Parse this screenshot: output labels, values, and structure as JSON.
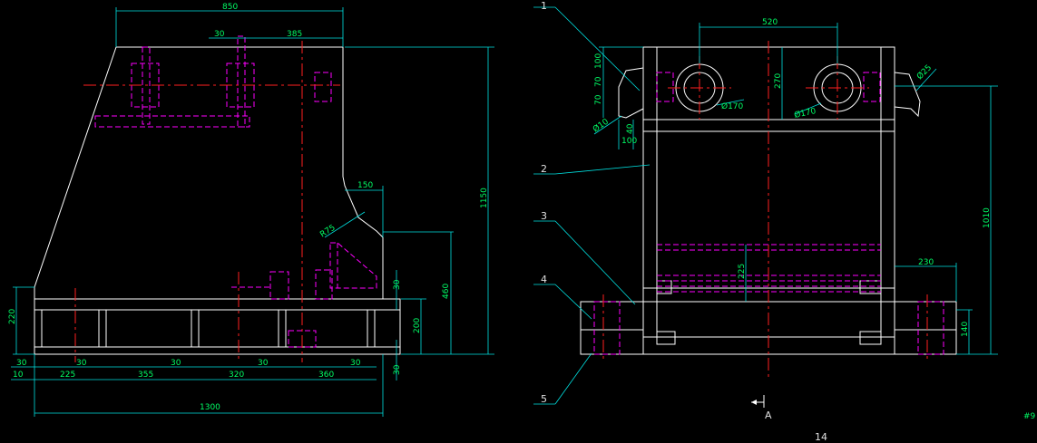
{
  "left_view": {
    "dims": {
      "top_width": "850",
      "top_30": "30",
      "top_385": "385",
      "height_1150": "1150",
      "right_150": "150",
      "radius": "R75",
      "height_460": "460",
      "height_220": "220",
      "height_200": "200",
      "right_30a": "30",
      "right_30b": "30",
      "b_30_left": "30",
      "b_10": "10",
      "b_225": "225",
      "b_30_1": "30",
      "b_355": "355",
      "b_30_2": "30",
      "b_320": "320",
      "b_30_3": "30",
      "b_360": "360",
      "b_30_4": "30",
      "total_1300": "1300"
    }
  },
  "right_view": {
    "dims": {
      "top_520": "520",
      "d_100": "100",
      "d_70a": "70",
      "d_70b": "70",
      "dia_left": "Ø170",
      "dia_center": "Ø170",
      "dia_25": "Ø25",
      "dia_10": "Ø10",
      "d_40": "40",
      "d_100b": "100",
      "d_270": "270",
      "d_225": "225",
      "d_230": "230",
      "d_140": "140",
      "d_1010": "1010"
    },
    "callouts": [
      "1",
      "2",
      "3",
      "4",
      "5"
    ],
    "section_label": "A"
  },
  "page_number": "14",
  "edge_label": "#9"
}
